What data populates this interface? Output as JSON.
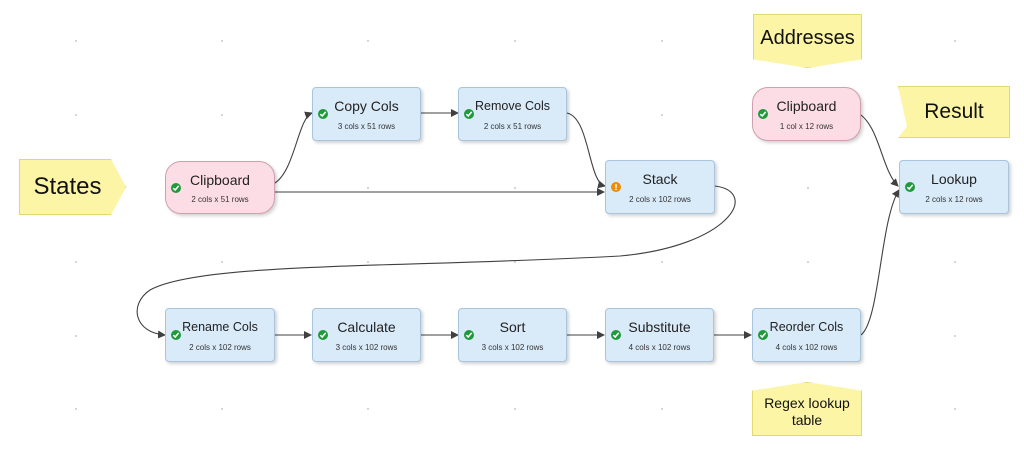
{
  "nodes": {
    "clipboard_states": {
      "label": "Clipboard",
      "dims": "2 cols x 51 rows",
      "status": "ok"
    },
    "copy_cols": {
      "label": "Copy Cols",
      "dims": "3 cols x 51 rows",
      "status": "ok"
    },
    "remove_cols": {
      "label": "Remove Cols",
      "dims": "2 cols x 51 rows",
      "status": "ok"
    },
    "stack": {
      "label": "Stack",
      "dims": "2 cols x 102 rows",
      "status": "warning"
    },
    "clipboard_addresses": {
      "label": "Clipboard",
      "dims": "1 col x 12 rows",
      "status": "ok"
    },
    "lookup": {
      "label": "Lookup",
      "dims": "2 cols x 12 rows",
      "status": "ok"
    },
    "rename_cols": {
      "label": "Rename Cols",
      "dims": "2 cols x 102 rows",
      "status": "ok"
    },
    "calculate": {
      "label": "Calculate",
      "dims": "3 cols x 102 rows",
      "status": "ok"
    },
    "sort": {
      "label": "Sort",
      "dims": "3 cols x 102 rows",
      "status": "ok"
    },
    "substitute": {
      "label": "Substitute",
      "dims": "4 cols x 102 rows",
      "status": "ok"
    },
    "reorder_cols": {
      "label": "Reorder Cols",
      "dims": "4 cols x 102 rows",
      "status": "ok"
    }
  },
  "notes": {
    "states": "States",
    "addresses": "Addresses",
    "result": "Result",
    "regex_lookup": "Regex lookup table"
  },
  "colors": {
    "node_fill": "#d9eaf9",
    "input_fill": "#fcdde6",
    "note_fill": "#fdf5a6",
    "ok_status": "#1e9a3a",
    "warning_status": "#f08c00",
    "edge": "#404040"
  },
  "icons": {
    "ok": "check-icon",
    "warning": "exclamation-icon"
  }
}
